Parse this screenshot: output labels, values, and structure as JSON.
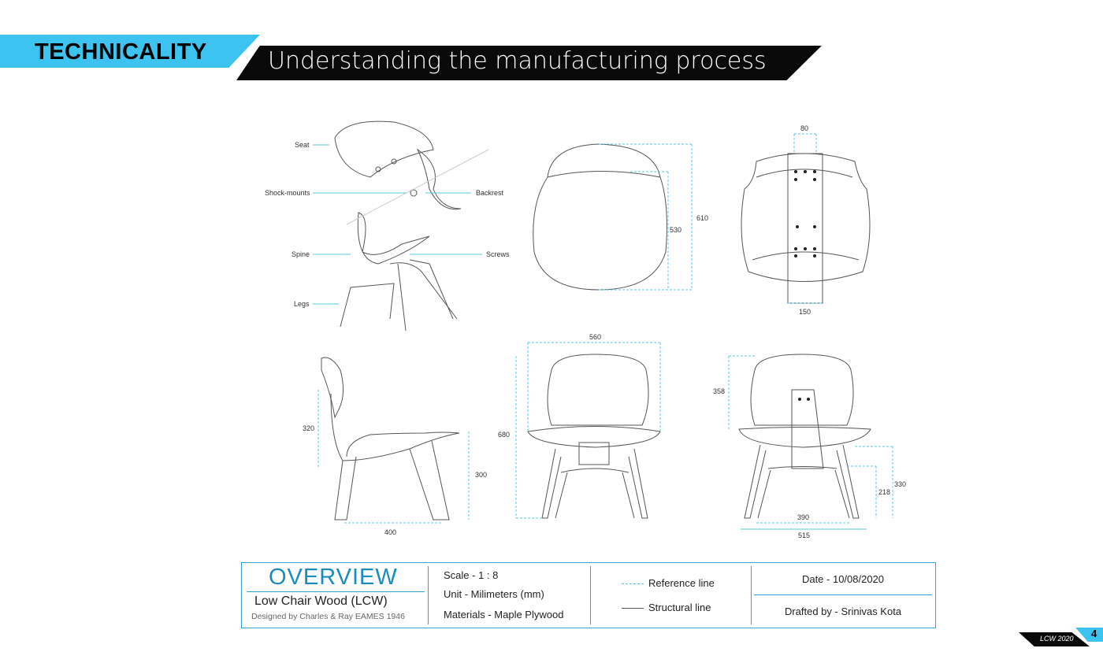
{
  "header": {
    "section": "TECHNICALITY",
    "title": "Understanding the manufacturing process"
  },
  "exploded_view": {
    "labels": [
      "Seat",
      "Shock-mounts",
      "Backrest",
      "Spine",
      "Screws",
      "Legs"
    ]
  },
  "dimensions": {
    "top_front": [
      "530",
      "610"
    ],
    "top_back": [
      "80",
      "150"
    ],
    "side": [
      "320",
      "300",
      "400"
    ],
    "front": [
      "560",
      "680"
    ],
    "back": [
      "358",
      "330",
      "218",
      "390",
      "515"
    ]
  },
  "overview": {
    "heading": "OVERVIEW",
    "name": "Low Chair Wood (LCW)",
    "designer": "Designed by Charles & Ray EAMES  1946",
    "scale": "Scale - 1 : 8",
    "unit": "Unit - Milimeters (mm)",
    "materials": "Materials - Maple Plywood",
    "legend_reference": "Reference line",
    "legend_structural": "Structural line",
    "date": "Date - 10/08/2020",
    "drafted": "Drafted by - Srinivas Kota"
  },
  "footer": {
    "label": "LCW 2020",
    "page": "4"
  },
  "colors": {
    "accent": "#3cc3f0",
    "reference": "#5ac8e0",
    "box": "#2fa3cf"
  }
}
